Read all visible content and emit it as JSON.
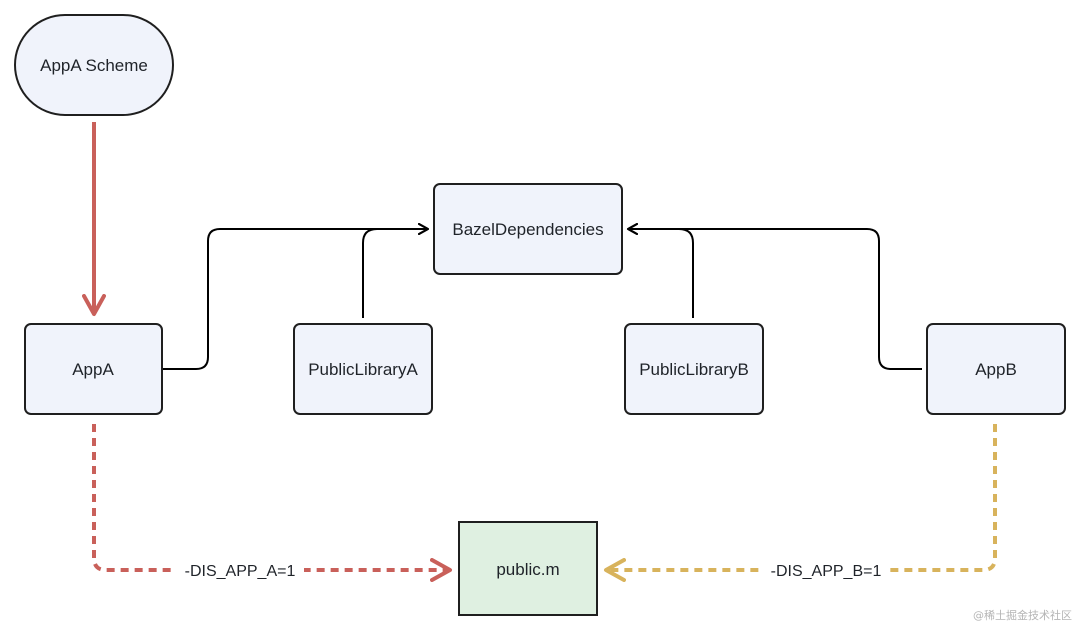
{
  "nodes": {
    "scheme": {
      "label": "AppA Scheme"
    },
    "bazel": {
      "label": "BazelDependencies"
    },
    "appA": {
      "label": "AppA"
    },
    "libA": {
      "label": "PublicLibraryA"
    },
    "libB": {
      "label": "PublicLibraryB"
    },
    "appB": {
      "label": "AppB"
    },
    "publicM": {
      "label": "public.m"
    }
  },
  "edges": {
    "appA_to_public": {
      "label": "-DIS_APP_A=1",
      "color": "#c9605a",
      "style": "dashed"
    },
    "appB_to_public": {
      "label": "-DIS_APP_B=1",
      "color": "#d8b35c",
      "style": "dashed"
    },
    "scheme_to_appA": {
      "color": "#c9605a",
      "style": "solid"
    },
    "deps": {
      "color": "#000000",
      "style": "solid"
    }
  },
  "colors": {
    "node_fill": "#f0f3fb",
    "public_fill": "#dff0e1",
    "node_stroke": "#1f1f1f"
  },
  "watermark": "@稀土掘金技术社区"
}
